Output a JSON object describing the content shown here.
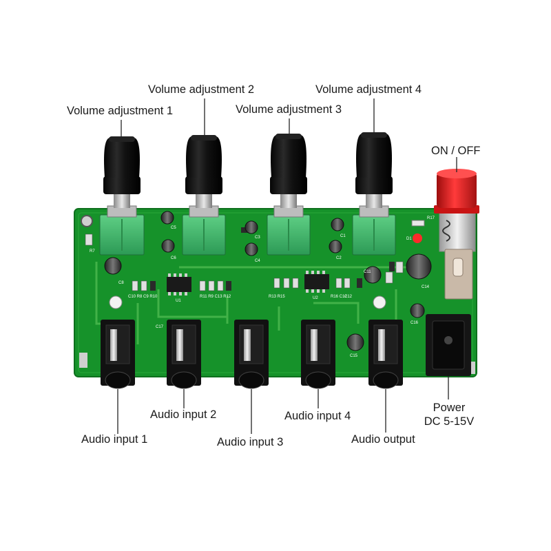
{
  "labels": {
    "volume1": "Volume adjustment 1",
    "volume2": "Volume adjustment 2",
    "volume3": "Volume adjustment 3",
    "volume4": "Volume adjustment 4",
    "on_off": "ON / OFF",
    "input1": "Audio input 1",
    "input2": "Audio input 2",
    "input3": "Audio input 3",
    "input4": "Audio input 4",
    "output": "Audio output",
    "power_line1": "Power",
    "power_line2": "DC 5-15V"
  },
  "silkscreen": {
    "u1": "U1",
    "u2": "U2",
    "r7": "R7",
    "c8": "C8",
    "c5": "C5",
    "c6": "C6",
    "c3": "C3",
    "c4": "C4",
    "c1": "C1",
    "c2": "C2",
    "c11": "C11",
    "c12": "C12",
    "c14": "C14",
    "c15": "C15",
    "c16": "C16",
    "c17": "C17",
    "d1": "D1",
    "r17": "R17",
    "row1": "C10 R8   C9 R10",
    "row2": "R11 R9 C13 R12",
    "row3": "R13 R15",
    "row4": "R16 C12"
  },
  "colors": {
    "pcb": "#16922a",
    "pcb_dark": "#0e6f1d",
    "trace": "#4ab84e",
    "knob": "#151515",
    "pot_body": "#3fb86a",
    "switch_red": "#d61f1f",
    "jack_black": "#111111"
  }
}
